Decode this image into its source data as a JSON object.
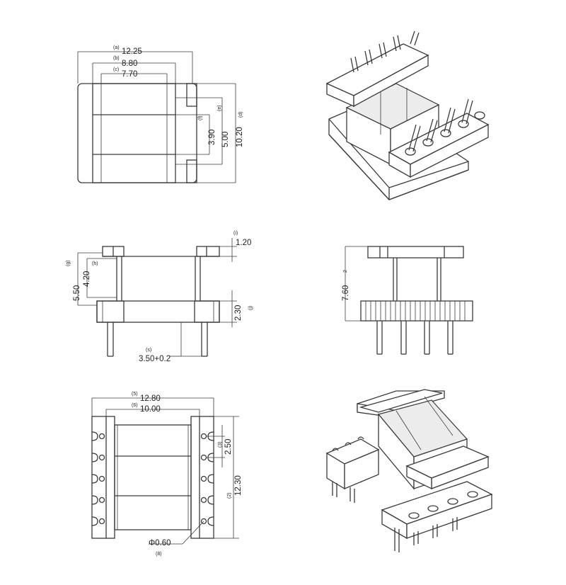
{
  "top_view": {
    "dim_a": {
      "tag": "(a)",
      "value": "12.25"
    },
    "dim_b": {
      "tag": "(b)",
      "value": "8.80"
    },
    "dim_c": {
      "tag": "(c)",
      "value": "7.70"
    },
    "dim_d": {
      "tag": "(d)",
      "value": "10.20"
    },
    "dim_e": {
      "tag": "(e)",
      "value": "5.00"
    },
    "dim_f": {
      "tag": "(f)",
      "value": "3.90"
    }
  },
  "side_view": {
    "dim_flange": {
      "tag": "(i)",
      "value": "1.20"
    },
    "dim_height": {
      "tag": "(g)",
      "value": "5.50"
    },
    "dim_window": {
      "tag": "(h)",
      "value": "4.20"
    },
    "dim_base": {
      "tag": "(j)",
      "value": "2.30"
    },
    "dim_pin": {
      "tag": "(s)",
      "value": "3.50+0.2"
    }
  },
  "front_view": {
    "dim_total": {
      "tag": "2",
      "value": "7.60"
    }
  },
  "bottom_view": {
    "dim_outer": {
      "tag": "(5)",
      "value": "12.80"
    },
    "dim_inner": {
      "tag": "(6)",
      "value": "10.00"
    },
    "dim_pitch": {
      "tag": "(3)",
      "value": "2.50"
    },
    "dim_length": {
      "tag": "(2)",
      "value": "12.30"
    },
    "dim_pin_dia": {
      "tag": "(8)",
      "value": "Φ0.60"
    }
  },
  "colors": {
    "line": "#3a3a3a",
    "background": "#ffffff"
  },
  "icons": [
    "bobbin-3d-assembled-icon",
    "bobbin-3d-exploded-icon"
  ]
}
